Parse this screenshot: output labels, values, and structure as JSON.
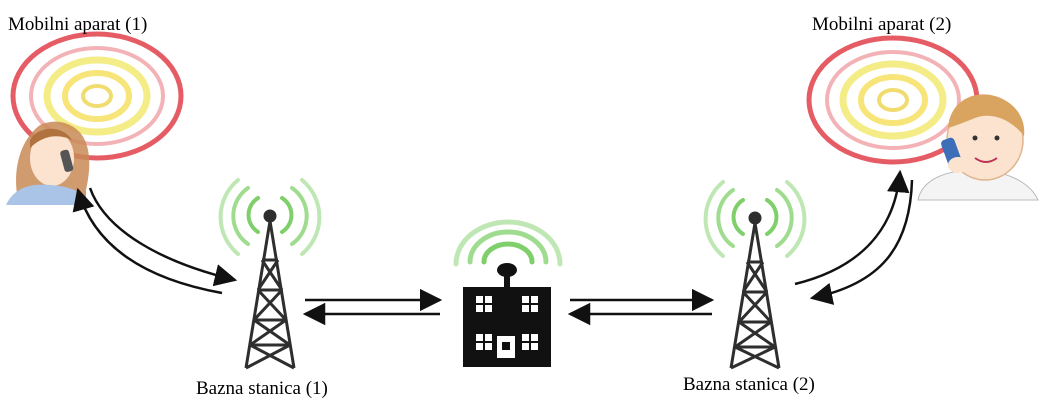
{
  "labels": {
    "mobile1": "Mobilni aparat (1)",
    "mobile2": "Mobilni aparat (2)",
    "base1": "Bazna stanica (1)",
    "base2": "Bazna stanica (2)"
  },
  "colors": {
    "ring_outer": "#e0404a",
    "ring_mid": "#f2ea7a",
    "ring_inner": "#f7e26a",
    "signal_green": "#7fd06a",
    "tower": "#2e2e2e",
    "building": "#111111",
    "arrow": "#111111",
    "hair_woman": "#c98a57",
    "hair_boy": "#d9a460",
    "skin": "#fbe3cf",
    "phone": "#3c6fb8"
  },
  "icons": [
    "signal-rings-icon",
    "woman-with-phone-icon",
    "boy-with-phone-icon",
    "radio-tower-icon",
    "switching-center-building-icon"
  ]
}
